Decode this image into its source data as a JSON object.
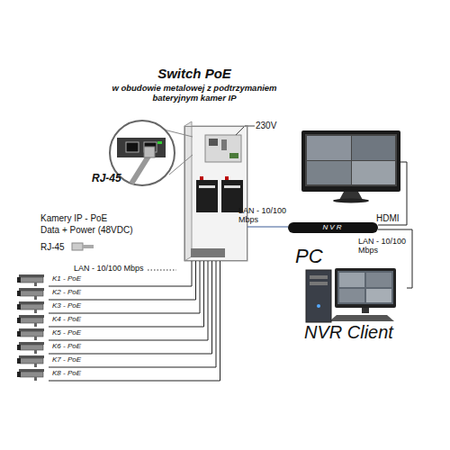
{
  "diagram": {
    "nodes": [
      {
        "text": [
          "Switch PoE",
          "w obudowie metalowej z podtrzymaniem bateryjnym kamer IP"
        ]
      },
      {
        "text": [
          "NVR"
        ]
      },
      {
        "text": [
          "NVR Client"
        ]
      },
      {
        "text": [
          "K1 - PoE"
        ]
      },
      {
        "text": [
          "K2 - PoE"
        ]
      },
      {
        "text": [
          "K3 - PoE"
        ]
      },
      {
        "text": [
          "K4 - PoE"
        ]
      },
      {
        "text": [
          "K5 - PoE"
        ]
      },
      {
        "text": [
          "K6 - PoE"
        ]
      },
      {
        "text": [
          "K7 - PoE"
        ]
      },
      {
        "text": [
          "K8 - PoE"
        ]
      }
    ],
    "edges": [
      {
        "from": 0,
        "to": 1,
        "label": "LAN - 10/100 Mbps",
        "arrow": "none"
      },
      {
        "from": 1,
        "to": 2,
        "label": "LAN - 10/100 Mbps",
        "arrow": "none"
      },
      {
        "from": 3,
        "to": 0,
        "arrow": "none"
      },
      {
        "from": 4,
        "to": 0,
        "arrow": "none"
      },
      {
        "from": 5,
        "to": 0,
        "arrow": "none"
      },
      {
        "from": 6,
        "to": 0,
        "arrow": "none"
      },
      {
        "from": 7,
        "to": 0,
        "arrow": "none"
      },
      {
        "from": 8,
        "to": 0,
        "arrow": "none"
      },
      {
        "from": 9,
        "to": 0,
        "arrow": "none"
      },
      {
        "from": 10,
        "to": 0,
        "arrow": "none"
      }
    ],
    "labels": [
      "230V",
      "RJ-45",
      "HDMI",
      "PC",
      "Kamery IP - PoE",
      "Data + Power (48VDC)",
      "RJ-45",
      "LAN - 10/100 Mbps"
    ]
  }
}
